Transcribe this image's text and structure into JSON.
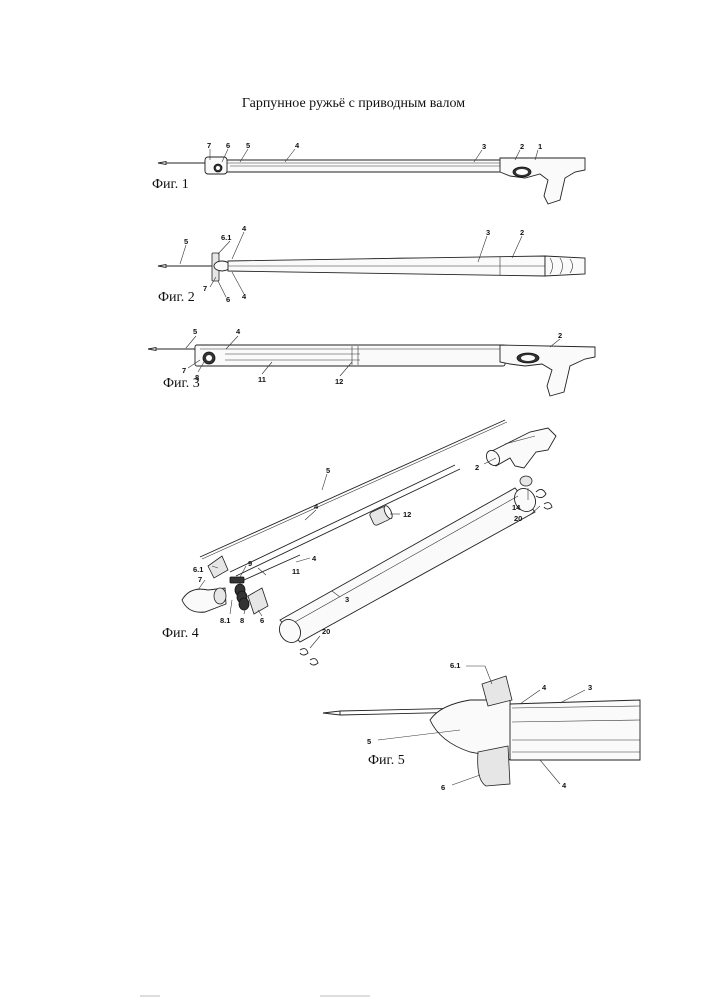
{
  "title": "Гарпунное ружьё с приводным валом",
  "figures": [
    {
      "label": "Фиг. 1",
      "parts": [
        "7",
        "6",
        "5",
        "4",
        "3",
        "2",
        "1"
      ]
    },
    {
      "label": "Фиг. 2",
      "parts": [
        "5",
        "6.1",
        "4",
        "3",
        "2",
        "7",
        "6",
        "4"
      ]
    },
    {
      "label": "Фиг. 3",
      "parts": [
        "5",
        "4",
        "2",
        "7",
        "8",
        "11",
        "12"
      ]
    },
    {
      "label": "Фиг. 4",
      "parts": [
        "5",
        "4",
        "12",
        "2",
        "14",
        "20",
        "6.1",
        "9",
        "4",
        "11",
        "7",
        "8.1",
        "8",
        "6",
        "3",
        "20"
      ]
    },
    {
      "label": "Фиг. 5",
      "parts": [
        "6.1",
        "4",
        "3",
        "5",
        "6",
        "4"
      ]
    }
  ]
}
